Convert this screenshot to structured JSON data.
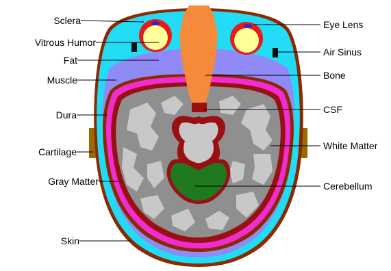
{
  "labels": {
    "sclera": "Sclera",
    "vitrous_humor": "Vitrous Humor",
    "fat": "Fat",
    "muscle": "Muscle",
    "dura": "Dura",
    "cartilage": "Cartilage",
    "gray_matter": "Gray Matter",
    "skin": "Skin",
    "eye_lens": "Eye Lens",
    "air_sinus": "Air Sinus",
    "bone": "Bone",
    "csf": "CSF",
    "white_matter": "White Matter",
    "cerebellum": "Cerebellum"
  },
  "colors": {
    "skin": "#8b2a00",
    "fat": "#22dcf5",
    "muscle": "#8f8af5",
    "bone": "#f58a3b",
    "dura": "#f02dd0",
    "csf": "#9a1012",
    "gray_matter": "#8f8f8f",
    "white_matter": "#c8c8c8",
    "cerebellum": "#1f7a1f",
    "sclera": "#e81a1a",
    "vitrous_humor": "#ffff9c",
    "eye_lens": "#2a2ad0",
    "air_sinus": "#111111",
    "cartilage": "#9a6a00"
  }
}
